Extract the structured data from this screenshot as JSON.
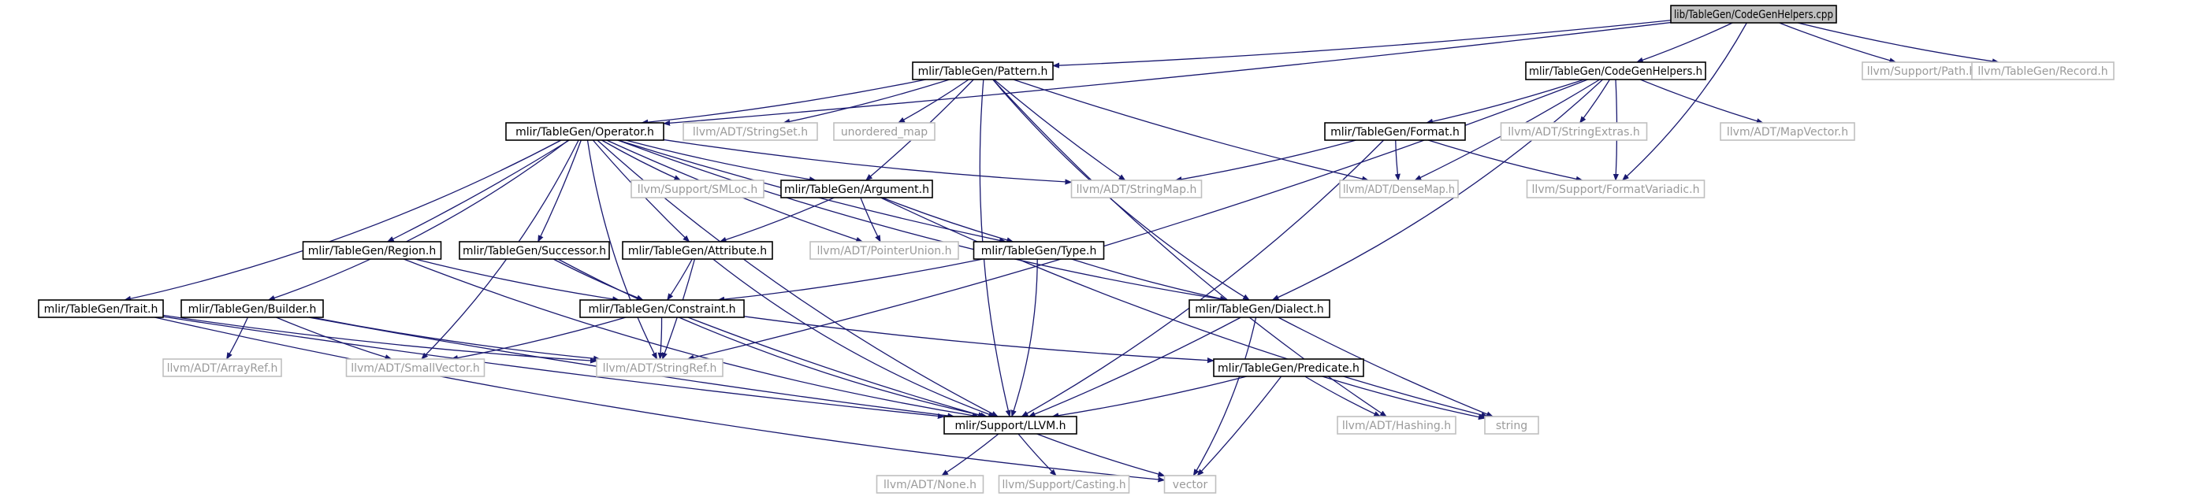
{
  "colors": {
    "edge": "#191970",
    "root_fill": "#bfbfbf",
    "internal_border": "#000000",
    "external_border": "#bfbfbf",
    "external_text": "#9a9a9a"
  },
  "nodes": [
    {
      "id": "root",
      "label": "lib/TableGen/CodeGenHelpers.cpp",
      "kind": "root"
    },
    {
      "id": "pattern",
      "label": "mlir/TableGen/Pattern.h",
      "kind": "internal"
    },
    {
      "id": "codegenhelpers",
      "label": "mlir/TableGen/CodeGenHelpers.h",
      "kind": "internal"
    },
    {
      "id": "path",
      "label": "llvm/Support/Path.h",
      "kind": "external"
    },
    {
      "id": "record",
      "label": "llvm/TableGen/Record.h",
      "kind": "external"
    },
    {
      "id": "operator",
      "label": "mlir/TableGen/Operator.h",
      "kind": "internal"
    },
    {
      "id": "stringset",
      "label": "llvm/ADT/StringSet.h",
      "kind": "external"
    },
    {
      "id": "unordered_map",
      "label": "unordered_map",
      "kind": "external"
    },
    {
      "id": "format",
      "label": "mlir/TableGen/Format.h",
      "kind": "internal"
    },
    {
      "id": "stringextras",
      "label": "llvm/ADT/StringExtras.h",
      "kind": "external"
    },
    {
      "id": "mapvector",
      "label": "llvm/ADT/MapVector.h",
      "kind": "external"
    },
    {
      "id": "smloc",
      "label": "llvm/Support/SMLoc.h",
      "kind": "external"
    },
    {
      "id": "argument",
      "label": "mlir/TableGen/Argument.h",
      "kind": "internal"
    },
    {
      "id": "stringmap",
      "label": "llvm/ADT/StringMap.h",
      "kind": "external"
    },
    {
      "id": "densemap",
      "label": "llvm/ADT/DenseMap.h",
      "kind": "external"
    },
    {
      "id": "formatvariadic",
      "label": "llvm/Support/FormatVariadic.h",
      "kind": "external"
    },
    {
      "id": "region",
      "label": "mlir/TableGen/Region.h",
      "kind": "internal"
    },
    {
      "id": "successor",
      "label": "mlir/TableGen/Successor.h",
      "kind": "internal"
    },
    {
      "id": "attribute",
      "label": "mlir/TableGen/Attribute.h",
      "kind": "internal"
    },
    {
      "id": "pointerunion",
      "label": "llvm/ADT/PointerUnion.h",
      "kind": "external"
    },
    {
      "id": "type",
      "label": "mlir/TableGen/Type.h",
      "kind": "internal"
    },
    {
      "id": "trait",
      "label": "mlir/TableGen/Trait.h",
      "kind": "internal"
    },
    {
      "id": "builder",
      "label": "mlir/TableGen/Builder.h",
      "kind": "internal"
    },
    {
      "id": "constraint",
      "label": "mlir/TableGen/Constraint.h",
      "kind": "internal"
    },
    {
      "id": "dialect",
      "label": "mlir/TableGen/Dialect.h",
      "kind": "internal"
    },
    {
      "id": "arrayref",
      "label": "llvm/ADT/ArrayRef.h",
      "kind": "external"
    },
    {
      "id": "smallvector",
      "label": "llvm/ADT/SmallVector.h",
      "kind": "external"
    },
    {
      "id": "stringref",
      "label": "llvm/ADT/StringRef.h",
      "kind": "external"
    },
    {
      "id": "predicate",
      "label": "mlir/TableGen/Predicate.h",
      "kind": "internal"
    },
    {
      "id": "llvmh",
      "label": "mlir/Support/LLVM.h",
      "kind": "internal"
    },
    {
      "id": "hashing",
      "label": "llvm/ADT/Hashing.h",
      "kind": "external"
    },
    {
      "id": "string",
      "label": "string",
      "kind": "external"
    },
    {
      "id": "none",
      "label": "llvm/ADT/None.h",
      "kind": "external"
    },
    {
      "id": "casting",
      "label": "llvm/Support/Casting.h",
      "kind": "external"
    },
    {
      "id": "vector",
      "label": "vector",
      "kind": "external"
    }
  ],
  "edges": [
    [
      "root",
      "pattern"
    ],
    [
      "root",
      "codegenhelpers"
    ],
    [
      "root",
      "path"
    ],
    [
      "root",
      "record"
    ],
    [
      "root",
      "operator"
    ],
    [
      "root",
      "formatvariadic"
    ],
    [
      "pattern",
      "operator"
    ],
    [
      "pattern",
      "stringset"
    ],
    [
      "pattern",
      "unordered_map"
    ],
    [
      "pattern",
      "stringmap"
    ],
    [
      "pattern",
      "densemap"
    ],
    [
      "pattern",
      "argument"
    ],
    [
      "pattern",
      "llvmh"
    ],
    [
      "pattern",
      "hashing"
    ],
    [
      "pattern",
      "dialect"
    ],
    [
      "codegenhelpers",
      "format"
    ],
    [
      "codegenhelpers",
      "stringextras"
    ],
    [
      "codegenhelpers",
      "mapvector"
    ],
    [
      "codegenhelpers",
      "densemap"
    ],
    [
      "codegenhelpers",
      "formatvariadic"
    ],
    [
      "codegenhelpers",
      "dialect"
    ],
    [
      "codegenhelpers",
      "stringref"
    ],
    [
      "format",
      "stringmap"
    ],
    [
      "format",
      "densemap"
    ],
    [
      "format",
      "formatvariadic"
    ],
    [
      "format",
      "llvmh"
    ],
    [
      "operator",
      "smloc"
    ],
    [
      "operator",
      "argument"
    ],
    [
      "operator",
      "stringmap"
    ],
    [
      "operator",
      "region"
    ],
    [
      "operator",
      "successor"
    ],
    [
      "operator",
      "attribute"
    ],
    [
      "operator",
      "pointerunion"
    ],
    [
      "operator",
      "type"
    ],
    [
      "operator",
      "trait"
    ],
    [
      "operator",
      "builder"
    ],
    [
      "operator",
      "dialect"
    ],
    [
      "operator",
      "smallvector"
    ],
    [
      "operator",
      "stringref"
    ],
    [
      "operator",
      "llvmh"
    ],
    [
      "argument",
      "attribute"
    ],
    [
      "argument",
      "pointerunion"
    ],
    [
      "argument",
      "type"
    ],
    [
      "argument",
      "string"
    ],
    [
      "region",
      "constraint"
    ],
    [
      "region",
      "llvmh"
    ],
    [
      "successor",
      "constraint"
    ],
    [
      "successor",
      "llvmh"
    ],
    [
      "attribute",
      "constraint"
    ],
    [
      "attribute",
      "stringref"
    ],
    [
      "attribute",
      "llvmh"
    ],
    [
      "type",
      "constraint"
    ],
    [
      "type",
      "dialect"
    ],
    [
      "type",
      "llvmh"
    ],
    [
      "trait",
      "stringref"
    ],
    [
      "trait",
      "llvmh"
    ],
    [
      "trait",
      "vector"
    ],
    [
      "builder",
      "arrayref"
    ],
    [
      "builder",
      "smallvector"
    ],
    [
      "builder",
      "stringref"
    ],
    [
      "builder",
      "llvmh"
    ],
    [
      "constraint",
      "smallvector"
    ],
    [
      "constraint",
      "stringref"
    ],
    [
      "constraint",
      "llvmh"
    ],
    [
      "constraint",
      "predicate"
    ],
    [
      "dialect",
      "llvmh"
    ],
    [
      "dialect",
      "string"
    ],
    [
      "dialect",
      "vector"
    ],
    [
      "predicate",
      "llvmh"
    ],
    [
      "predicate",
      "hashing"
    ],
    [
      "predicate",
      "string"
    ],
    [
      "predicate",
      "vector"
    ],
    [
      "llvmh",
      "none"
    ],
    [
      "llvmh",
      "casting"
    ],
    [
      "llvmh",
      "vector"
    ]
  ]
}
